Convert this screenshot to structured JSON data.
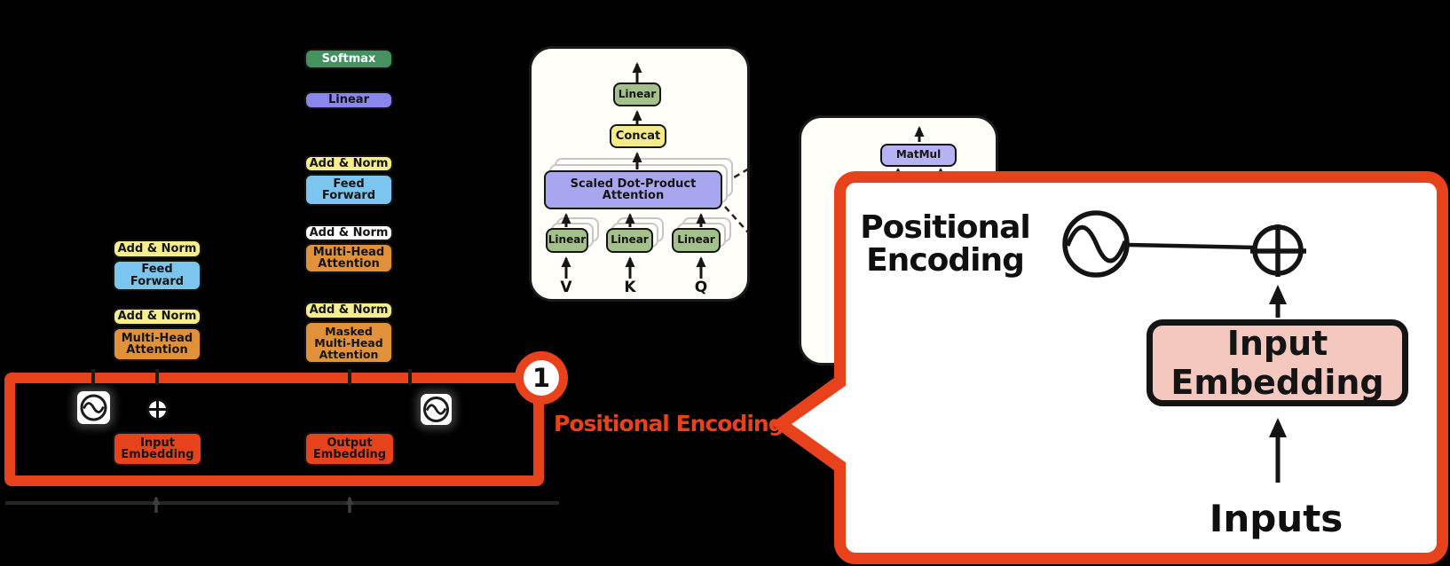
{
  "highlight": {
    "badge": "1",
    "label": "Positional Encoding"
  },
  "encoder": {
    "boxes": [
      {
        "label": "Add & Norm"
      },
      {
        "label": "Feed\nForward"
      },
      {
        "label": "Add & Norm"
      },
      {
        "label": "Multi-Head\nAttention"
      }
    ],
    "input_embedding": "Input\nEmbedding"
  },
  "decoder": {
    "boxes": [
      {
        "label": "Softmax"
      },
      {
        "label": "Linear"
      },
      {
        "label": "Add & Norm"
      },
      {
        "label": "Feed\nForward"
      },
      {
        "label": "Add & Norm"
      },
      {
        "label": "Multi-Head\nAttention"
      },
      {
        "label": "Add & Norm"
      },
      {
        "label": "Masked\nMulti-Head\nAttention"
      }
    ],
    "output_embedding": "Output\nEmbedding"
  },
  "attention_panel": {
    "linear_top": "Linear",
    "concat": "Concat",
    "scaled_dot_product": "Scaled Dot-Product\nAttention",
    "linear_v": "Linear",
    "linear_k": "Linear",
    "linear_q": "Linear",
    "label_v": "V",
    "label_k": "K",
    "label_q": "Q"
  },
  "matmul_panel": {
    "matmul": "MatMul"
  },
  "callout": {
    "title": "Positional\nEncoding",
    "input_embedding": "Input\nEmbedding",
    "inputs_label": "Inputs"
  },
  "icons": {
    "sine": "sine-wave-icon",
    "plus": "add-icon"
  },
  "colors": {
    "accent_red": "#e8421c",
    "box_yellow": "#f6ee8c",
    "box_blue": "#7cc5ef",
    "box_orange": "#e2913b",
    "box_green": "#45915f",
    "box_purple": "#8b86eb",
    "sdpa_purple": "#a9a6f0",
    "matmul_purple": "#b6b2f3",
    "concat_yellow": "#f3eb8b",
    "linear_green": "#a5c18b",
    "embedding_pink": "#f4c8be",
    "panel_white": "#fffef8"
  }
}
